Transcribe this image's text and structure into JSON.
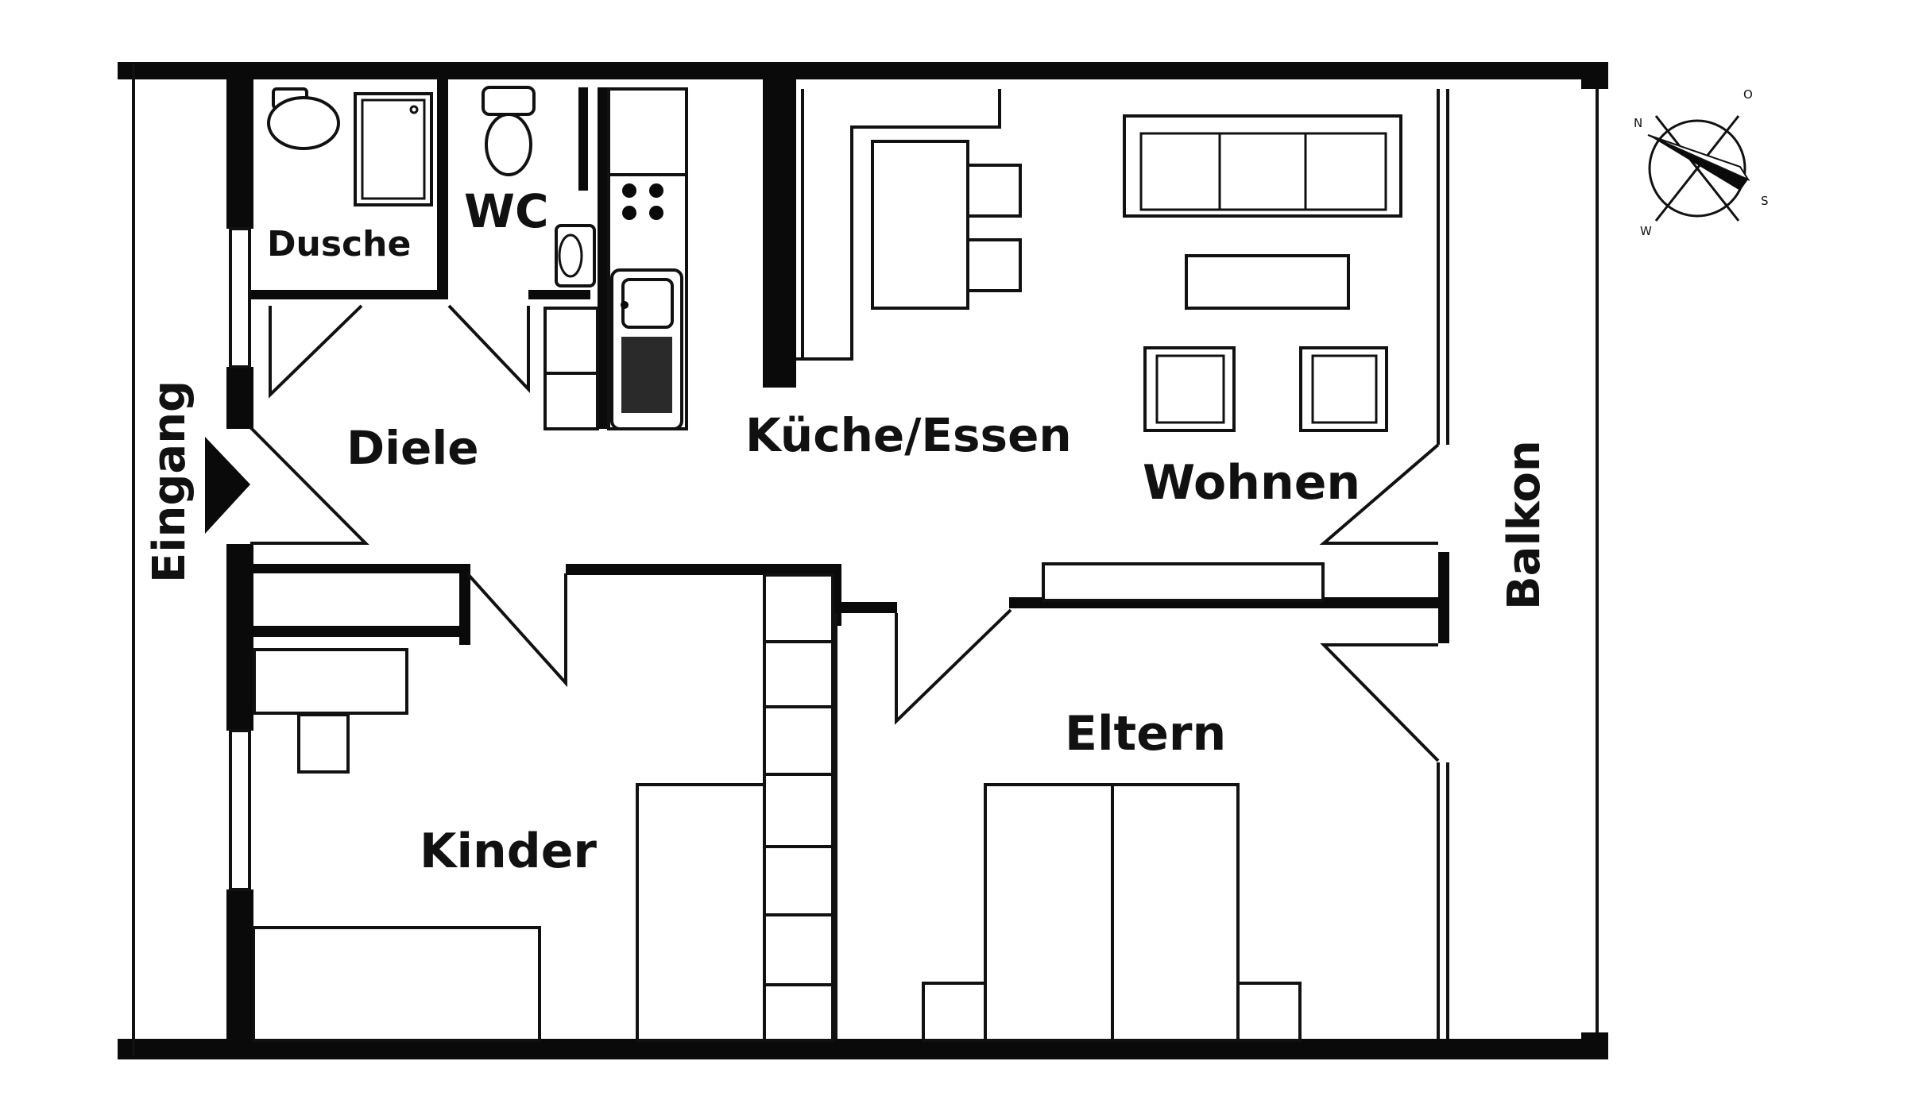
{
  "rooms": {
    "dusche": "Dusche",
    "wc": "WC",
    "diele": "Diele",
    "kueche_essen": "Küche/Essen",
    "wohnen": "Wohnen",
    "kinder": "Kinder",
    "eltern": "Eltern"
  },
  "outside": {
    "eingang": "Eingang",
    "balkon": "Balkon"
  },
  "compass": {
    "north": "N",
    "east": "O",
    "south": "S",
    "west": "W"
  },
  "colors": {
    "wall": "#0a0a0a",
    "line": "#111111",
    "background": "#ffffff"
  }
}
